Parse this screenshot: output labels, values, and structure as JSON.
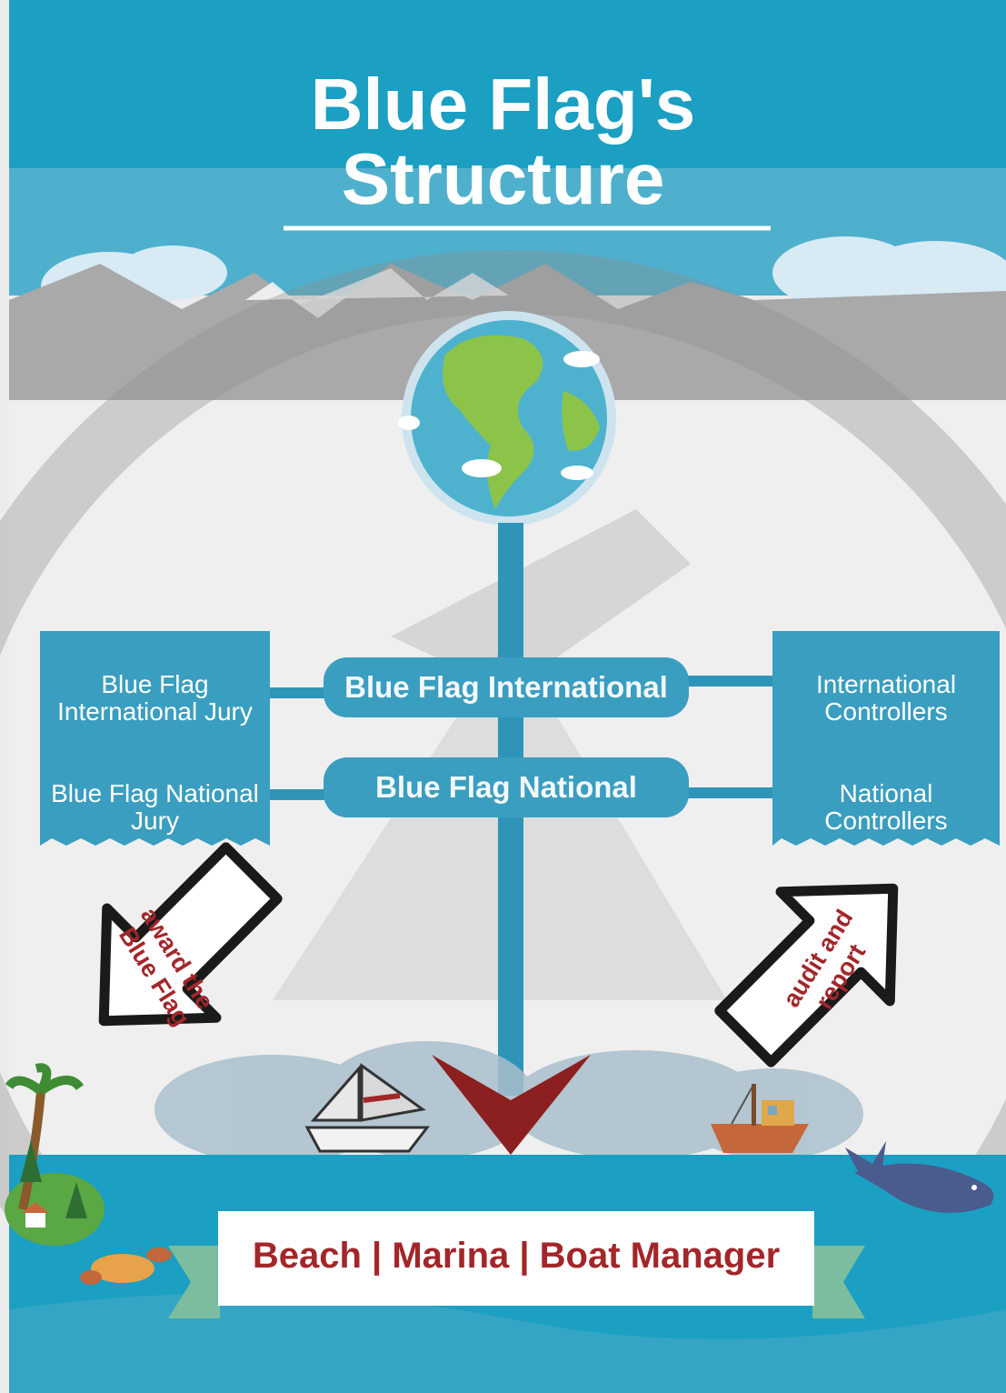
{
  "title": {
    "line1": "Blue Flag's",
    "line2": "Structure"
  },
  "center_nodes": {
    "international": "Blue Flag International",
    "national": "Blue Flag National"
  },
  "left_panel": {
    "international_jury_line1": "Blue Flag",
    "international_jury_line2": "International Jury",
    "national_jury_line1": "Blue Flag National",
    "national_jury_line2": "Jury"
  },
  "right_panel": {
    "intl_controllers_line1": "International",
    "intl_controllers_line2": "Controllers",
    "natl_controllers_line1": "National",
    "natl_controllers_line2": "Controllers"
  },
  "arrows": {
    "award_line1": "award the",
    "award_line2": "Blue Flag",
    "audit_line1": "audit and",
    "audit_line2": "report"
  },
  "banner": {
    "label": "Beach | Marina | Boat Manager"
  },
  "colors": {
    "header": "#1b9fc2",
    "sky": "#4fb0cd",
    "mountain": "#a9a9a9",
    "node": "#3a9ec0",
    "trunk": "#2f95b8",
    "accent_red": "#a3262a",
    "banner_text": "#a3262a"
  },
  "icons": [
    "globe-icon",
    "palm-tree-icon",
    "sailboat-icon",
    "fishing-boat-icon",
    "whale-icon",
    "platypus-icon",
    "down-chevron-icon",
    "house-icon"
  ]
}
